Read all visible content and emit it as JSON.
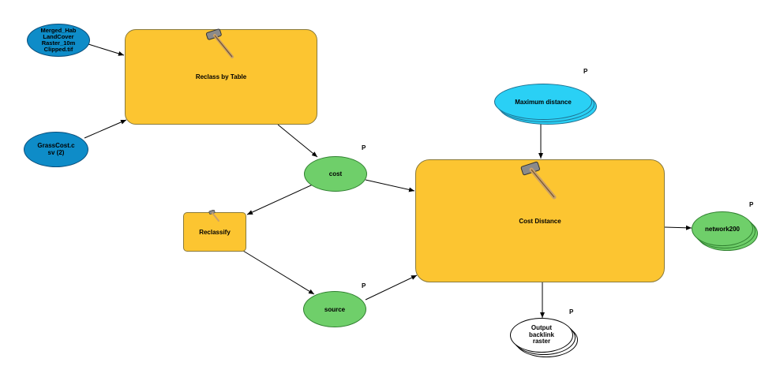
{
  "nodes": {
    "merged_hab": {
      "label_lines": [
        "Merged_Hab",
        "LandCover",
        "Raster_10m",
        "Clipped.tif"
      ]
    },
    "grass_cost": {
      "label_lines": [
        "GrassCost.c",
        "sv (2)"
      ]
    },
    "reclass_by_table": {
      "label": "Reclass by Table"
    },
    "cost": {
      "label": "cost"
    },
    "reclassify": {
      "label": "Reclassify"
    },
    "source": {
      "label": "source"
    },
    "maximum_distance": {
      "label": "Maximum distance"
    },
    "cost_distance": {
      "label": "Cost Distance"
    },
    "network200": {
      "label": "network200"
    },
    "output_backlink": {
      "label_lines": [
        "Output",
        "backlink",
        "raster"
      ]
    }
  },
  "param_marker": "P",
  "colors": {
    "tool": "#fcc531",
    "input_data": "#0e8cc8",
    "intermediate": "#6fcf6a",
    "parameter": "#2ad0f5",
    "output": "#ffffff"
  },
  "icons": [
    "hammer-icon"
  ]
}
